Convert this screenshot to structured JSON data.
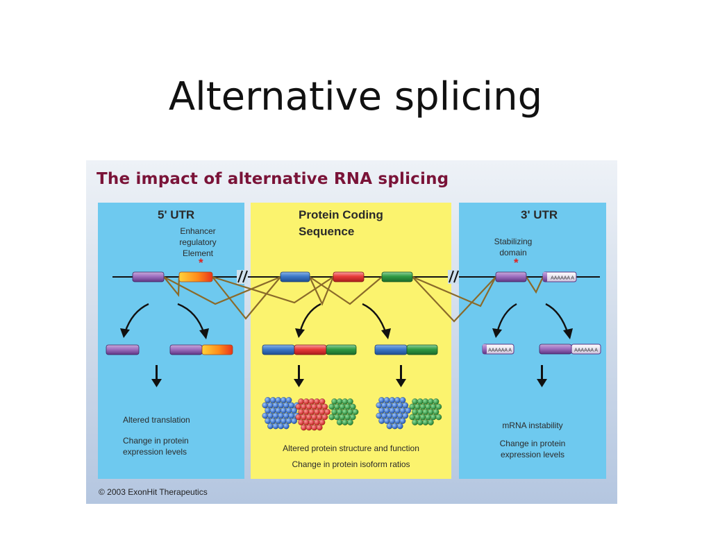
{
  "slide": {
    "title": "Alternative splicing"
  },
  "figure": {
    "heading": "The impact of alternative RNA splicing",
    "copyright": "© 2003 ExonHit Therapeutics",
    "colors": {
      "utr_panel": "#6ec9ef",
      "cds_panel": "#fbf36e",
      "heading": "#7a1338",
      "splice_line": "#8a6a2a"
    },
    "panels": {
      "utr5": {
        "title": "5' UTR",
        "annotation": [
          "Enhancer",
          "regulatory",
          "Element"
        ],
        "marker": "*",
        "outcome_1": "Altered translation",
        "outcome_2": [
          "Change in protein",
          "expression levels"
        ]
      },
      "cds": {
        "title": [
          "Protein Coding",
          "Sequence"
        ],
        "outcome_1": "Altered protein structure and function",
        "outcome_2": "Change in protein isoform ratios"
      },
      "utr3": {
        "title": "3' UTR",
        "annotation": [
          "Stabilizing",
          "domain"
        ],
        "marker": "*",
        "polya_label": "AAAAAA A",
        "outcome_1": "mRNA instability",
        "outcome_2": [
          "Change in protein",
          "expression levels"
        ]
      }
    },
    "gene_break": "//"
  }
}
